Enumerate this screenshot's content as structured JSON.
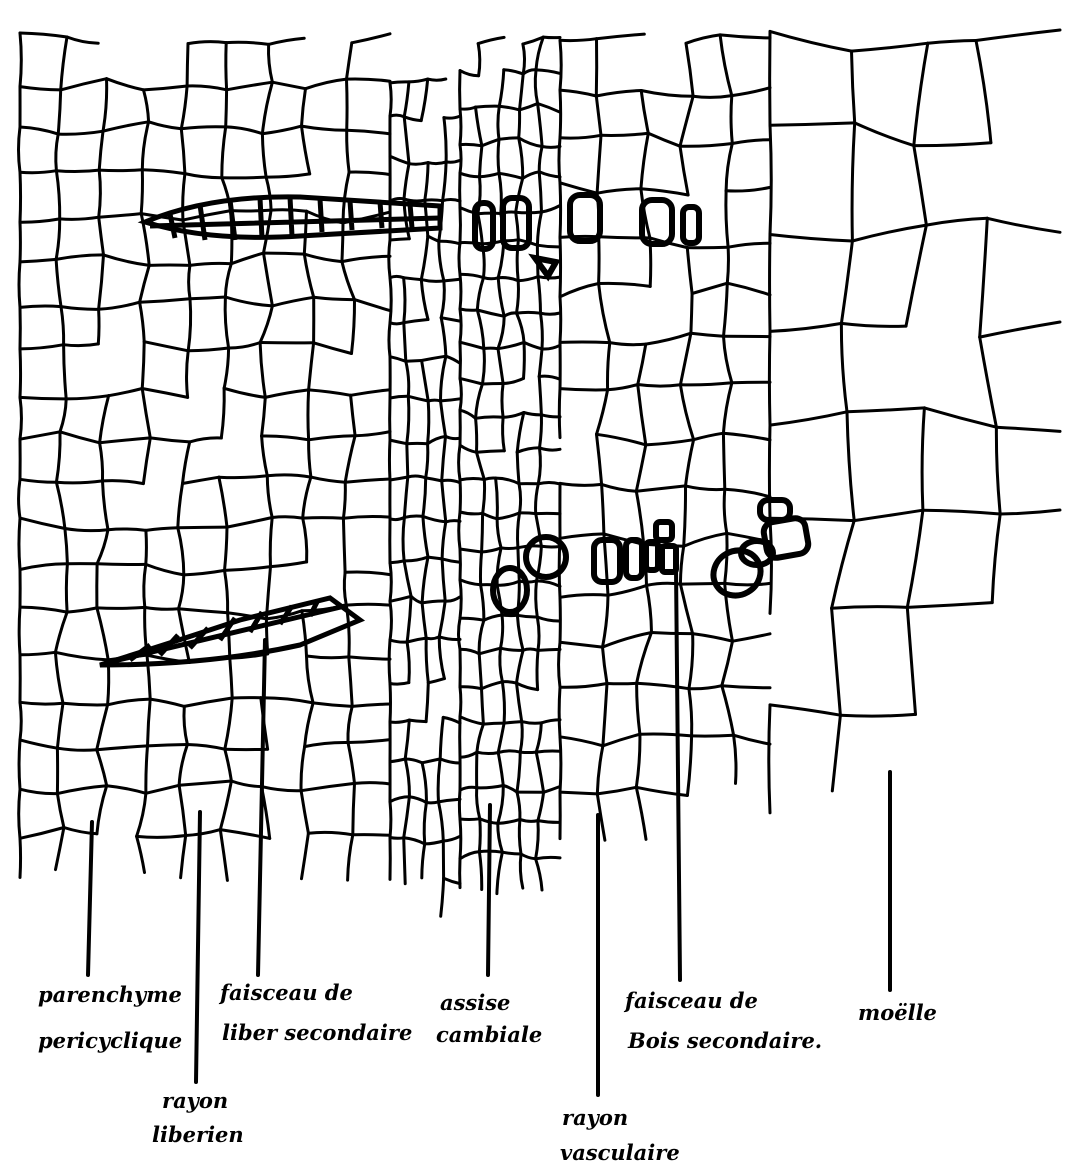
{
  "figure": {
    "description_none": "",
    "labels": {
      "parenchyme_pericyclique": [
        "parenchyme",
        "pericyclique"
      ],
      "rayon_liberien": [
        "rayon",
        "liberien"
      ],
      "faisceau_liber": [
        "faisceau de",
        "liber secondaire"
      ],
      "assise_cambiale": [
        "assise",
        "cambiale"
      ],
      "rayon_vasculaire": [
        "rayon",
        "vasculaire"
      ],
      "faisceau_bois": [
        "faisceau de",
        "Bois secondaire."
      ],
      "moelle": [
        "moëlle"
      ]
    }
  },
  "colors": {
    "ink": "#000000",
    "paper": "#ffffff"
  }
}
